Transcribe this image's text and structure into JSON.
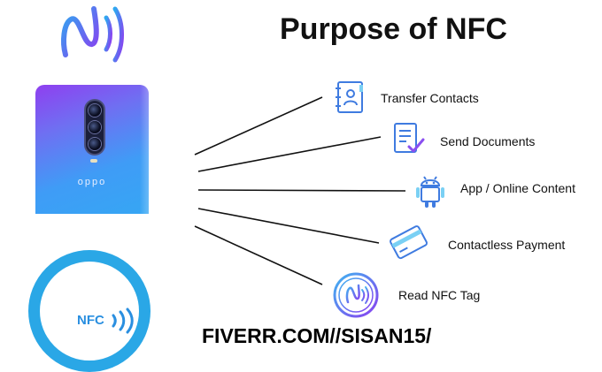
{
  "title": "Purpose of NFC",
  "phone": {
    "brand": "oppo"
  },
  "nfc_badge": {
    "label": "NFC"
  },
  "items": [
    {
      "label": "Transfer Contacts",
      "icon": "contacts-book-icon"
    },
    {
      "label": "Send Documents",
      "icon": "document-check-icon"
    },
    {
      "label": "App / Online Content",
      "icon": "android-icon"
    },
    {
      "label": "Contactless Payment",
      "icon": "credit-card-icon"
    },
    {
      "label": "Read NFC Tag",
      "icon": "nfc-tag-icon"
    }
  ],
  "footer": "FIVERR.COM//SISAN15/",
  "colors": {
    "accent": "#2aa7e6",
    "text": "#111111"
  }
}
